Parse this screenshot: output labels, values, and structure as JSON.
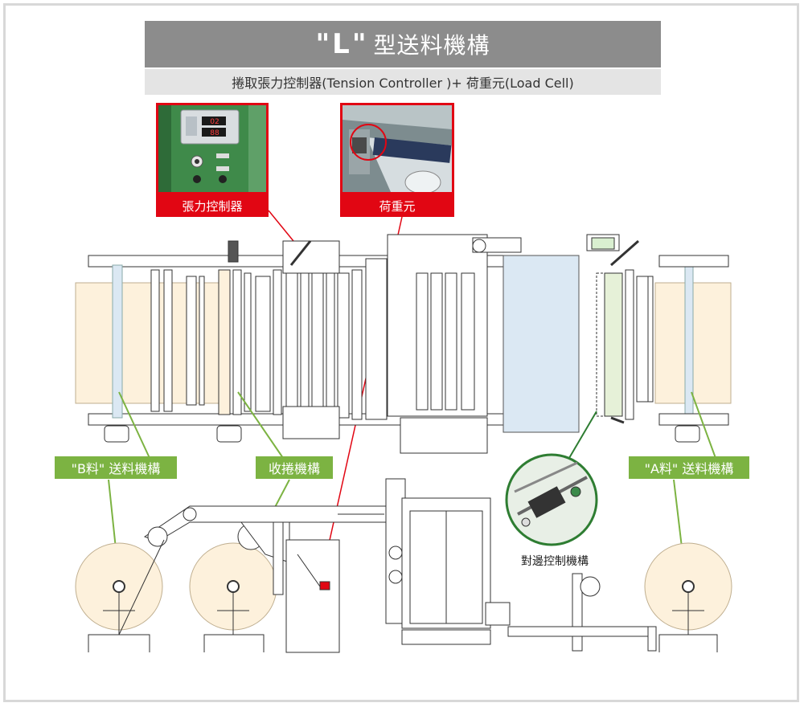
{
  "header": {
    "title_quote_open": "\"",
    "title_letter": "L",
    "title_quote_close": "\"",
    "title_rest": "型送料機構",
    "subtitle": "捲取張力控制器(Tension Controller )+ 荷重元(Load Cell)"
  },
  "callouts": {
    "tension_controller": "張力控制器",
    "load_cell": "荷重元",
    "b_feed": "\"B料\" 送料機構",
    "winding": "收捲機構",
    "a_feed": "\"A料\" 送料機構",
    "edge_control": "對邊控制機構"
  },
  "photo_panel": {
    "display_value": "02",
    "display_value2": "88"
  },
  "colors": {
    "red": "#e10613",
    "green": "#7cb342",
    "dark_green": "#2e7d32",
    "paper": "#fdf1dc",
    "light_blue": "#dbe8f3"
  }
}
